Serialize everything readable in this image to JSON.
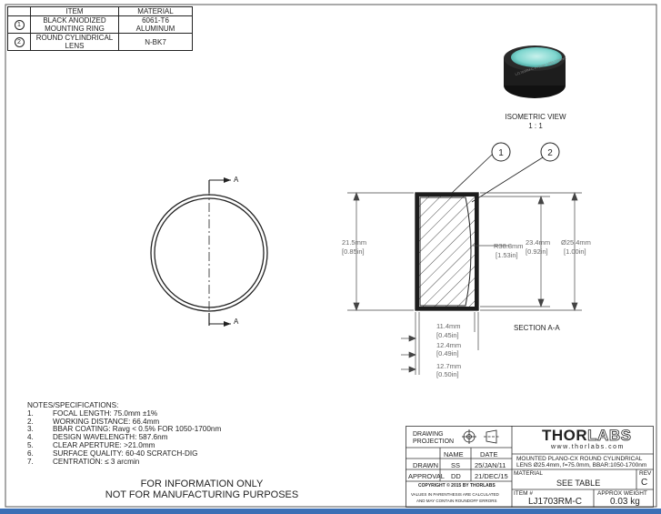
{
  "bom": {
    "headers": [
      "ITEM",
      "MATERIAL"
    ],
    "rows": [
      {
        "item": "1",
        "description": "BLACK ANODIZED MOUNTING RING",
        "material": "6061-T6 ALUMINUM"
      },
      {
        "item": "2",
        "description": "ROUND CYLINDRICAL LENS",
        "material": "N-BK7"
      }
    ]
  },
  "iso_view": {
    "title": "ISOMETRIC VIEW",
    "scale": "1 : 1",
    "engraving": "LJ1703RM-C f=75mm 1050-1700nm"
  },
  "views": {
    "section_marker": "A",
    "section_title": "SECTION A-A",
    "balloons": [
      "1",
      "2"
    ]
  },
  "dimensions": {
    "left_height": {
      "mm": "21.5mm",
      "in": "[0.85in]"
    },
    "radius": {
      "mm": "R38.8mm",
      "in": "[1.53in]"
    },
    "inner_height": {
      "mm": "23.4mm",
      "in": "[0.92in]"
    },
    "outer_diameter": {
      "mm": "Ø25.4mm",
      "in": "[1.00in]"
    },
    "width_1": {
      "mm": "11.4mm",
      "in": "[0.45in]"
    },
    "width_2": {
      "mm": "12.4mm",
      "in": "[0.49in]"
    },
    "width_3": {
      "mm": "12.7mm",
      "in": "[0.50in]"
    }
  },
  "notes": {
    "title": "NOTES/SPECIFICATIONS:",
    "items": [
      {
        "num": "1.",
        "text": "FOCAL LENGTH: 75.0mm ±1%"
      },
      {
        "num": "2.",
        "text": "WORKING DISTANCE: 66.4mm"
      },
      {
        "num": "3.",
        "text": "BBAR COATING: Ravg < 0.5% FOR 1050-1700nm"
      },
      {
        "num": "4.",
        "text": "DESIGN WAVELENGTH: 587.6nm"
      },
      {
        "num": "5.",
        "text": "CLEAR APERTURE: >21.0mm"
      },
      {
        "num": "6.",
        "text": "SURFACE QUALITY: 60-40 SCRATCH-DIG"
      },
      {
        "num": "7.",
        "text": "CENTRATION: ≤ 3 arcmin"
      }
    ]
  },
  "disclaimer": {
    "line1": "FOR INFORMATION ONLY",
    "line2": "NOT FOR MANUFACTURING PURPOSES"
  },
  "title_block": {
    "drawing_projection": "DRAWING PROJECTION",
    "name_header": "NAME",
    "date_header": "DATE",
    "drawn_label": "DRAWN",
    "drawn_name": "SS",
    "drawn_date": "25/JAN/11",
    "approval_label": "APPROVAL",
    "approval_name": "DD",
    "approval_date": "21/DEC/15",
    "copyright": "COPYRIGHT © 2015 BY THORLABS",
    "rounding_note_1": "VALUES IN PARENTHESIS ARE CALCULATED",
    "rounding_note_2": "AND MAY CONTAIN ROUNDOFF ERRORS",
    "brand_a": "THOR",
    "brand_b": "LABS",
    "website": "www.thorlabs.com",
    "description_1": "MOUNTED PLANO-CX ROUND CYLINDRICAL",
    "description_2": "LENS Ø25.4mm, f=75.0mm, BBAR:1050-1700nm",
    "material_label": "MATERIAL",
    "material_value": "SEE TABLE",
    "rev_label": "REV",
    "rev_value": "C",
    "item_label": "ITEM #",
    "item_value": "LJ1703RM-C",
    "weight_label": "APPROX WEIGHT",
    "weight_value": "0.03 kg"
  },
  "colors": {
    "lens_teal": "#7fd6cf",
    "ring_black": "#1d1d1d",
    "accent_bar": "#3b6fb5"
  }
}
